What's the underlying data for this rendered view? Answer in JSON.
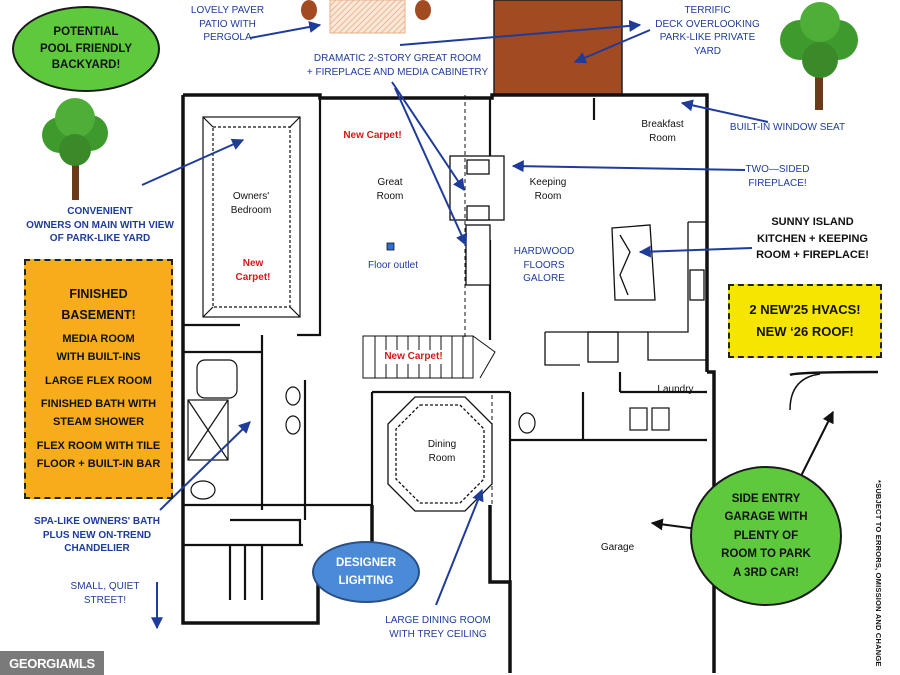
{
  "callouts": {
    "pool": [
      "POTENTIAL",
      "POOL FRIENDLY",
      "BACKYARD!"
    ],
    "patio": [
      "LOVELY PAVER",
      "PATIO WITH",
      "PERGOLA"
    ],
    "great_room": [
      "DRAMATIC 2-STORY GREAT ROOM",
      "+ FIREPLACE AND MEDIA CABINETRY"
    ],
    "deck": [
      "TERRIFIC",
      "DECK OVERLOOKING",
      "PARK-LIKE PRIVATE",
      "YARD"
    ],
    "window_seat": "BUILT-IN WINDOW SEAT",
    "two_sided": [
      "TWO—SIDED",
      "FIREPLACE!"
    ],
    "owners_main": [
      "CONVENIENT",
      "OWNERS ON MAIN WITH VIEW",
      "OF PARK-LIKE YARD"
    ],
    "kitchen": [
      "SUNNY ISLAND",
      "KITCHEN + KEEPING",
      "ROOM + FIREPLACE!"
    ],
    "basement": [
      "FINISHED",
      "BASEMENT!",
      "MEDIA ROOM",
      "WITH BUILT-INS",
      "LARGE FLEX ROOM",
      "FINISHED BATH WITH",
      "STEAM SHOWER",
      "FLEX ROOM WITH TILE",
      "FLOOR + BUILT-IN BAR"
    ],
    "hvac": [
      "2 NEW'25 HVACS!",
      "NEW ‘26 ROOF!"
    ],
    "hardwood": [
      "HARDWOOD",
      "FLOORS",
      "GALORE"
    ],
    "spa": [
      "SPA-LIKE OWNERS' BATH",
      "PLUS  NEW ON-TREND",
      "CHANDELIER"
    ],
    "designer": [
      "DESIGNER",
      "LIGHTING"
    ],
    "street": [
      "SMALL, QUIET",
      "STREET!"
    ],
    "dining": [
      "LARGE DINING ROOM",
      "WITH TREY CEILING"
    ],
    "garage": [
      "SIDE ENTRY",
      "GARAGE WITH",
      "PLENTY OF",
      "ROOM TO PARK",
      "A 3RD CAR!"
    ]
  },
  "rooms": {
    "owners_bedroom": [
      "Owners'",
      "Bedroom"
    ],
    "great_room": [
      "Great",
      "Room"
    ],
    "keeping_room": [
      "Keeping",
      "Room"
    ],
    "breakfast_room": [
      "Breakfast",
      "Room"
    ],
    "laundry": "Laundry",
    "dining_room": [
      "Dining",
      "Room"
    ],
    "garage": "Garage",
    "floor_outlet": "Floor outlet"
  },
  "carpet": {
    "great_room": "New Carpet!",
    "bedroom": [
      "New",
      "Carpet!"
    ],
    "stairs": "New Carpet!"
  },
  "disclaimer": "*SUBJECT TO ERRORS, OMISSION AND CHANGE",
  "watermark": "GEORGIAMLS",
  "colors": {
    "label_blue": "#1f3c9b",
    "carpet_red": "#d11a1a",
    "callout_green": "#5fc93e",
    "callout_yellow": "#f6e500",
    "callout_orange": "#f7ad1b",
    "callout_blue": "#4a8ad6",
    "deck_brown": "#a24a22"
  },
  "icons": [
    "tree-icon",
    "pergola-icon",
    "deck-icon",
    "floor-outlet-icon",
    "arrow-icon"
  ]
}
